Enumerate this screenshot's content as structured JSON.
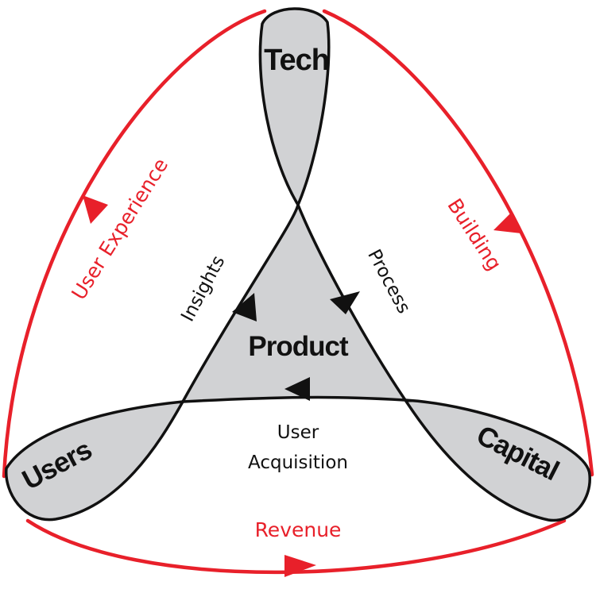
{
  "nodes": {
    "tech": "Tech",
    "users": "Users",
    "capital": "Capital",
    "product": "Product"
  },
  "inner_flows": {
    "insights": "Insights",
    "process": "Process",
    "user_acquisition_line1": "User",
    "user_acquisition_line2": "Acquisition"
  },
  "outer_flows": {
    "user_experience": "User Experience",
    "building": "Building",
    "revenue": "Revenue"
  },
  "colors": {
    "lobe_fill": "#d1d2d4",
    "outline": "#111111",
    "accent_red": "#e8202a"
  }
}
